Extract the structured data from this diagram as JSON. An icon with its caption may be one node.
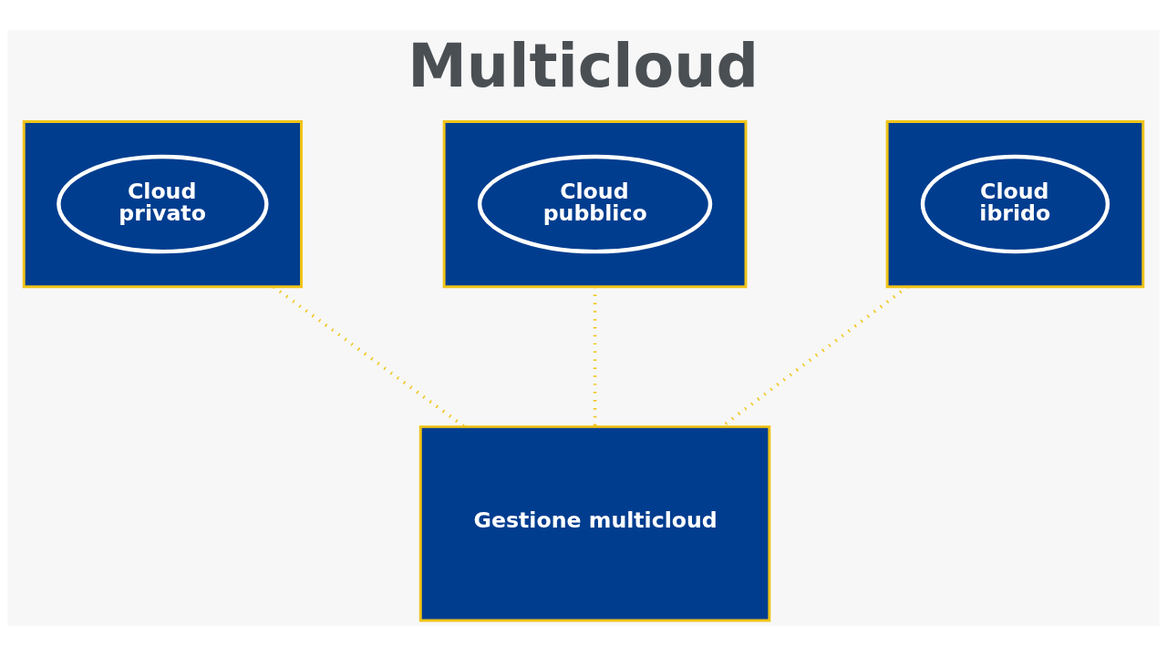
{
  "diagram": {
    "title": "Multicloud",
    "nodes": [
      {
        "text": [],
        "shape": "box"
      },
      {
        "text": [
          "Cloud privato"
        ],
        "in": 0
      },
      {
        "text": [],
        "shape": "box"
      },
      {
        "text": [
          "Cloud pubblico"
        ],
        "in": 2
      },
      {
        "text": [],
        "shape": "box"
      },
      {
        "text": [
          "Cloud ibrido"
        ],
        "in": 4
      },
      {
        "text": [
          "Gestione multicloud"
        ]
      }
    ],
    "edges": [
      {
        "from": 0,
        "to": 6,
        "arrow": "none",
        "style": "dashed"
      },
      {
        "from": 2,
        "to": 6,
        "arrow": "none",
        "style": "dashed"
      },
      {
        "from": 4,
        "to": 6,
        "arrow": "none",
        "style": "dashed"
      }
    ]
  }
}
